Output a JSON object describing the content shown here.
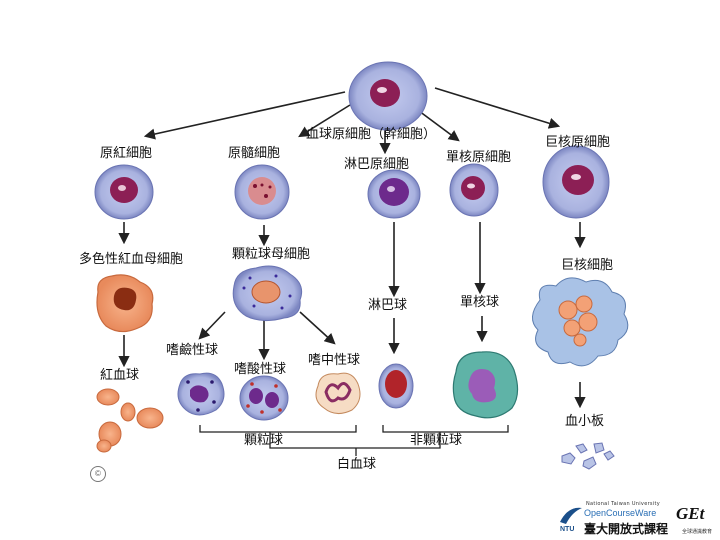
{
  "diagram": {
    "nodes": {
      "stem": "血球原細胞（幹細胞）",
      "proerythroblast": "原紅細胞",
      "myeloblast": "原髓細胞",
      "lymphoblast": "淋巴原細胞",
      "monoblast": "單核原細胞",
      "megakaryoblast": "巨核原細胞",
      "polychromatic_erythroblast": "多色性紅血母細胞",
      "myelocyte": "顆粒球母細胞",
      "lymphocyte": "淋巴球",
      "monocyte": "單核球",
      "megakaryocyte": "巨核細胞",
      "basophil": "嗜鹼性球",
      "eosinophil": "嗜酸性球",
      "neutrophil": "嗜中性球",
      "erythrocyte": "紅血球",
      "platelet": "血小板",
      "granulocytes": "顆粒球",
      "agranulocytes": "非顆粒球",
      "leukocytes": "白血球"
    }
  },
  "footer": {
    "ntu_small": "National Taiwan University",
    "ocw_brand": "OpenCourseWare",
    "ocw_chinese": "臺大開放式課程",
    "ntu_mark": "NTU",
    "get_logo": "GEt",
    "get_sub": "全球通識教育",
    "cc_mark": "©"
  },
  "colors": {
    "cell_fill": "#aeb7e2",
    "nucleus": "#8c1f55",
    "rbc_fill": "#f3a176",
    "arrow": "#222222"
  }
}
